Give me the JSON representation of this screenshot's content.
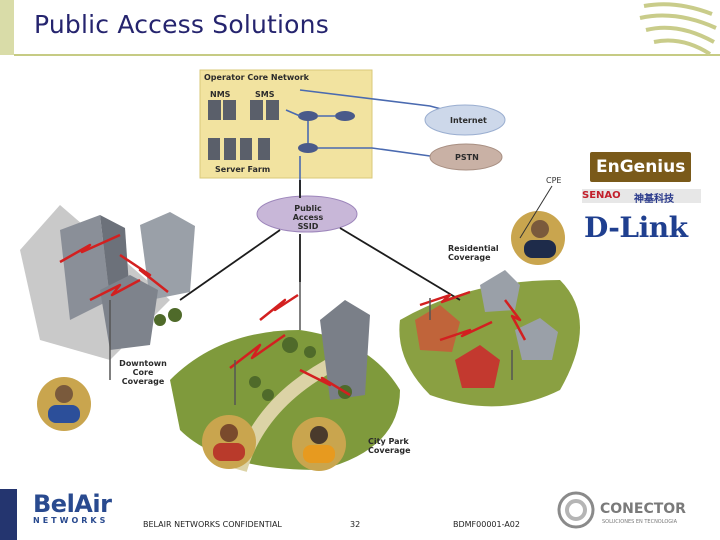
{
  "slide": {
    "title": "Public Access Solutions"
  },
  "diagram": {
    "operator_core_network": "Operator Core Network",
    "nms": "NMS",
    "sms": "SMS",
    "server_farm": "Server Farm",
    "internet": "Internet",
    "pstn": "PSTN",
    "ssid_line1": "Public Access",
    "ssid_line2": "SSID",
    "residential_line1": "Residential",
    "residential_line2": "Coverage",
    "downtown_line1": "Downtown",
    "downtown_line2": "Core Coverage",
    "city_park_line1": "City Park",
    "city_park_line2": "Coverage",
    "cpe": "CPE"
  },
  "logos": {
    "engenius": "EnGenius",
    "senao_cn": "神基科技",
    "senao": "SENAO",
    "dlink": "D-Link",
    "belair_main": "BelAir",
    "belair_sub": "NETWORKS",
    "conector": "CONECTOR",
    "conector_sub": "SOLUCIONES EN TECNOLOGIA"
  },
  "footer": {
    "confidential": "BELAIR NETWORKS CONFIDENTIAL",
    "page_number": "32",
    "doc_id": "BDMF00001-A02"
  },
  "colors": {
    "title_text": "#25246e",
    "accent": "#c6cb84",
    "core_network_bg": "#f2e3a0",
    "cloud": "#cdd8ea",
    "pstn_cloud": "#c9b1a5",
    "ssid_cloud": "#c8b7d8",
    "wireless_link": "#d32020",
    "ground": "#8a9b4a"
  }
}
